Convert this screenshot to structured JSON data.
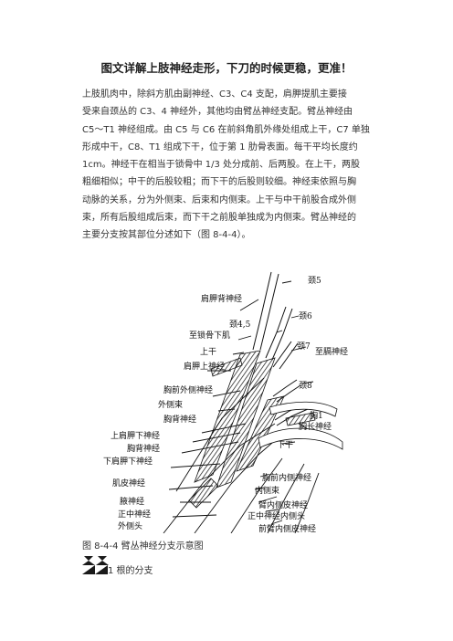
{
  "article": {
    "title": "图文详解上肢神经走形，下刀的时候更稳，更准！",
    "lines": [
      "上肢肌肉中，除斜方肌由副神经、C3、C4 支配，肩胛提肌主要接",
      "受来自颈丛的 C3、4 神经外，其他均由臂丛神经支配。臂丛神经由",
      "C5～T1 神经组成。由 C5 与 C6 在前斜角肌外缘处组成上干，C7 单独",
      "形成中干，C8、T1 组成下干，位于第 1 肋骨表面。每干平均长度约",
      "1cm。神经干在相当于锁骨中 1/3 处分成前、后两股。在上干，两股",
      "粗细相似；中干的后股较粗；而下干的后股则较细。神经束依照与胸",
      "动脉的关系，分为外侧束、后束和内侧束。上干与中干前股合成外侧",
      "束，所有后股组成后束，而下干之前股单独成为内侧束。臂丛神经的",
      "主要分支按其部位分述如下（图 8-4-4）。"
    ],
    "caption": "图 8-4-4 臂丛神经分支示意图",
    "section_heading": "1 根的分支"
  },
  "figure": {
    "labels": {
      "jing5": "颈5",
      "jianjiabei": "肩胛背神经",
      "jing45": "颈4,5",
      "jing6": "颈6",
      "suogu": "至锁骨下肌",
      "jing7": "颈7",
      "shanggan": "上干",
      "geji": "至膈神经",
      "jianjiashang": "肩胛上神经",
      "jing8": "颈8",
      "xiongqianwai": "胸前外侧神经",
      "xiong1": "胸1",
      "waicel": "外侧束",
      "xiongchang": "胸长神经",
      "xiongbei": "胸背神经",
      "xiagan": "下干",
      "shangjianjiaxia": "上肩胛下神经",
      "xiongbei2": "胸背神经",
      "xiajianjiaxia": "下肩胛下神经",
      "xiongqiannei": "胸前内侧神经",
      "jipi": "肌皮神经",
      "neice": "内侧束",
      "yie": "腋神经",
      "bineice": "臂内侧皮神经",
      "zhengzhong": "正中神经",
      "zhengzhongnei": "正中神经内侧头",
      "waicetou": "外侧头",
      "qianbi": "前臂内侧皮神经"
    }
  },
  "colors": {
    "text": "#333333",
    "marker": "#1a1a1a"
  }
}
